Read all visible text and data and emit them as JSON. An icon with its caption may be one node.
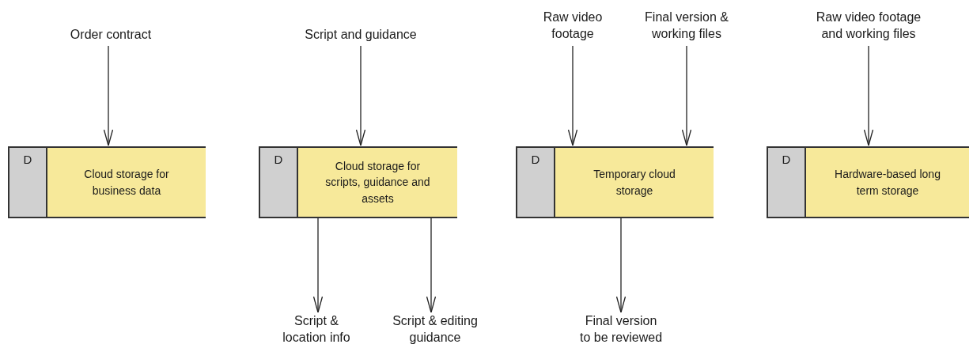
{
  "diagram": {
    "nodes": [
      {
        "text": [
          "Order contract"
        ]
      },
      {
        "text": [
          "D",
          "Cloud storage for business data"
        ]
      },
      {
        "text": [
          "Script and guidance"
        ]
      },
      {
        "text": [
          "D",
          "Cloud storage for scripts, guidance and assets"
        ]
      },
      {
        "text": [
          "Script & location info"
        ]
      },
      {
        "text": [
          "Script & editing guidance"
        ]
      },
      {
        "text": [
          "Raw video footage"
        ]
      },
      {
        "text": [
          "Final version & working files"
        ]
      },
      {
        "text": [
          "D",
          "Temporary cloud storage"
        ]
      },
      {
        "text": [
          "Final version to be reviewed"
        ]
      },
      {
        "text": [
          "Raw video footage and working files"
        ]
      },
      {
        "text": [
          "D",
          "Hardware-based long term storage"
        ]
      }
    ],
    "edges": [
      {
        "from": 0,
        "to": 1,
        "arrow": "to"
      },
      {
        "from": 2,
        "to": 3,
        "arrow": "to"
      },
      {
        "from": 3,
        "to": 4,
        "arrow": "to"
      },
      {
        "from": 3,
        "to": 5,
        "arrow": "to"
      },
      {
        "from": 6,
        "to": 8,
        "arrow": "to"
      },
      {
        "from": 7,
        "to": 8,
        "arrow": "to"
      },
      {
        "from": 8,
        "to": 9,
        "arrow": "to"
      },
      {
        "from": 10,
        "to": 11,
        "arrow": "to"
      }
    ]
  }
}
